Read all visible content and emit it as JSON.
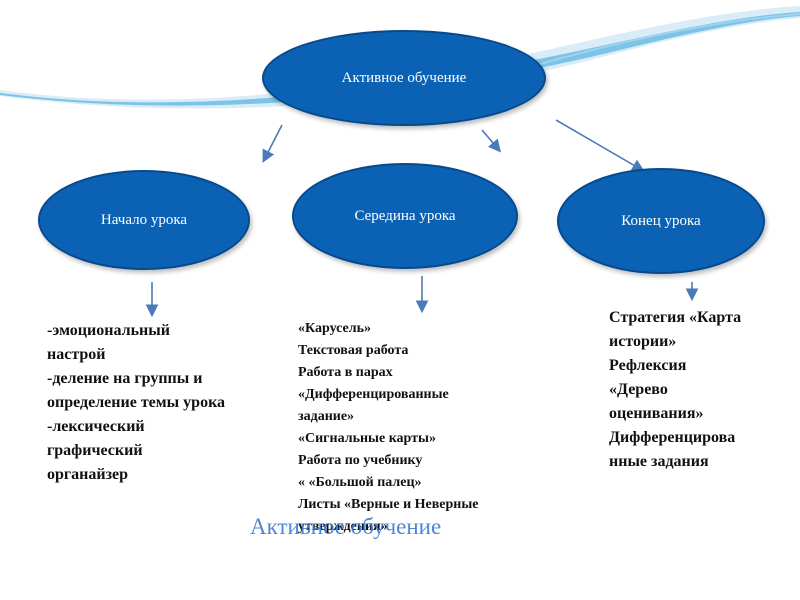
{
  "colors": {
    "node_fill": "#0b62b5",
    "node_border": "#064a8c",
    "arrow": "#4a7ab8",
    "swoosh_light": "#d9ecf7",
    "swoosh_mid": "#7cc3e6",
    "footer_text": "#3a7ad0"
  },
  "nodes": {
    "root": "Активное обучение",
    "start": "Начало урока",
    "middle": "Середина урока",
    "end": "Конец урока"
  },
  "columns": {
    "start": [
      "-эмоциональный",
      "настрой",
      "-деление на группы и",
      "определение темы урока",
      "-лексический",
      "графический",
      "органайзер"
    ],
    "middle": [
      "«Карусель»",
      "Текстовая работа",
      "Работа в парах",
      "«Дифференцированные",
      "задание»",
      "«Сигнальные карты»",
      "Работа по учебнику",
      "« «Большой палец»",
      "Листы «Верные и Неверные",
      "утверждения»"
    ],
    "end": [
      "Стратегия «Карта",
      "истории»",
      "Рефлексия",
      "«Дерево",
      "оценивания»",
      "Дифференцирова",
      "нные задания"
    ]
  },
  "footer_title": "Активное обучение"
}
